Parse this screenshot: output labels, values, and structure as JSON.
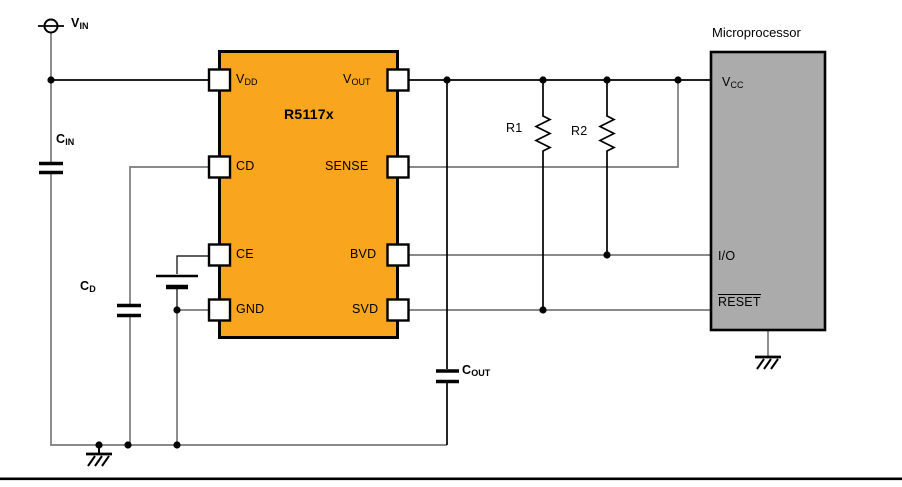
{
  "colors": {
    "ic_fill": "#F9A51D",
    "micro_fill": "#ABABAB",
    "wire_gray": "#7A7A7A",
    "line_black": "#000000",
    "bg": "#FFFFFF"
  },
  "schematic": {
    "power_input": {
      "main": "V",
      "sub": "IN"
    },
    "capacitors": {
      "cin": {
        "main": "C",
        "sub": "IN"
      },
      "cd": {
        "main": "C",
        "sub": "D"
      },
      "cout": {
        "main": "C",
        "sub": "OUT"
      }
    },
    "resistors": {
      "r1": "R1",
      "r2": "R2"
    },
    "ic": {
      "title": "R5117x",
      "left_pins": [
        {
          "label": "V",
          "sub": "DD"
        },
        {
          "label": "CD"
        },
        {
          "label": "CE"
        },
        {
          "label": "GND"
        }
      ],
      "right_pins": [
        {
          "label": "V",
          "sub": "OUT"
        },
        {
          "label": "SENSE"
        },
        {
          "label": "BVD"
        },
        {
          "label": "SVD"
        }
      ]
    },
    "micro": {
      "title": "Microprocessor",
      "vcc": {
        "main": "V",
        "sub": "CC"
      },
      "io": "I/O",
      "reset": "RESET"
    }
  }
}
